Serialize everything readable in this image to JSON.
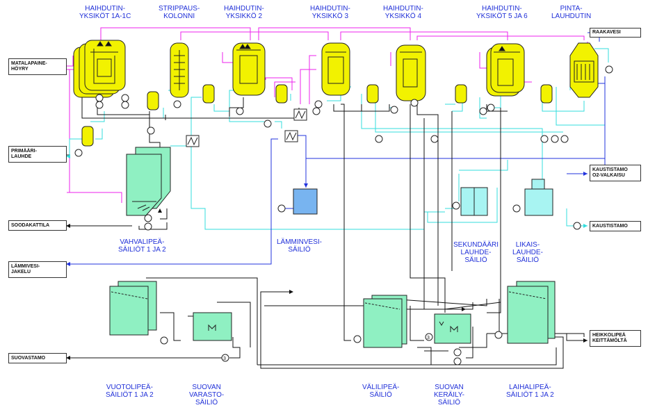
{
  "unit_labels": {
    "haihdutin_1a_1c": "HAIHDUTIN-\nYKSIKÖT 1A-1C",
    "strippauskolonni": "STRIPPAUS-\nKOLONNI",
    "haihdutin_2": "HAIHDUTIN-\nYKSIKKÖ 2",
    "haihdutin_3": "HAIHDUTIN-\nYKSIKKÖ 3",
    "haihdutin_4": "HAIHDUTIN-\nYKSIKKÖ 4",
    "haihdutin_5_6": "HAIHDUTIN-\nYKSIKÖT 5 JA 6",
    "pintalauhdutin": "PINTA-\nLAUHDUTIN",
    "vahvalipea": "VAHVALIPEÄ-\nSÄILIÖT 1 JA 2",
    "lamminvesi": "LÄMMINVESI-\nSÄILIÖ",
    "sekundaari": "SEKUNDÄÄRI\nLAUHDE-\nSÄILIÖ",
    "likaislauhde": "LIKAIS-\nLAUHDE-\nSÄILIÖ",
    "vuotolipea": "VUOTOLIPEÄ-\nSÄILIÖT 1 JA 2",
    "suovan_varasto": "SUOVAN\nVARASTO-\nSÄILIÖ",
    "valilipea": "VÄLILIPEÄ-\nSÄILIÖ",
    "suovan_keraily": "SUOVAN\nKERÄILY-\nSÄILIÖ",
    "laihalipea": "LAIHALIPEÄ-\nSÄILIÖT 1 JA 2"
  },
  "stream_labels": {
    "raakavesi": "RAAKAVESI",
    "matalapainehoyry": "MATALAPAINE-\nHÖYRY",
    "primaarilauhde": "PRIMÄÄRI-\nLAUHDE",
    "soodakattila": "SOODAKATTILA",
    "lammivesijakelu": "LÄMMIVESI-\nJAKELU",
    "suovastamo": "SUOVASTAMO",
    "kaustistamo_o2": "KAUSTISTAMO\nO2-VALKAISU",
    "kaustistamo": "KAUSTISTAMO",
    "heikkolipea": "HEIKKOLIPEÄ\nKEITTÄMÖLTÄ"
  },
  "pump_numbers": {
    "suovan_varasto_pump": "3",
    "suovan_keraily_pump": "3"
  },
  "colors": {
    "evaporator_fill": "#f2f200",
    "tank_fill": "#8ff0c2",
    "hot_water_fill": "#78b4f0",
    "condensate_fill": "#a8f4f2",
    "steam_line": "#ee22ee",
    "condensate_line": "#33dddd",
    "water_line": "#2233dd",
    "liquor_line": "#000000",
    "label_text": "#1f2fd8"
  }
}
